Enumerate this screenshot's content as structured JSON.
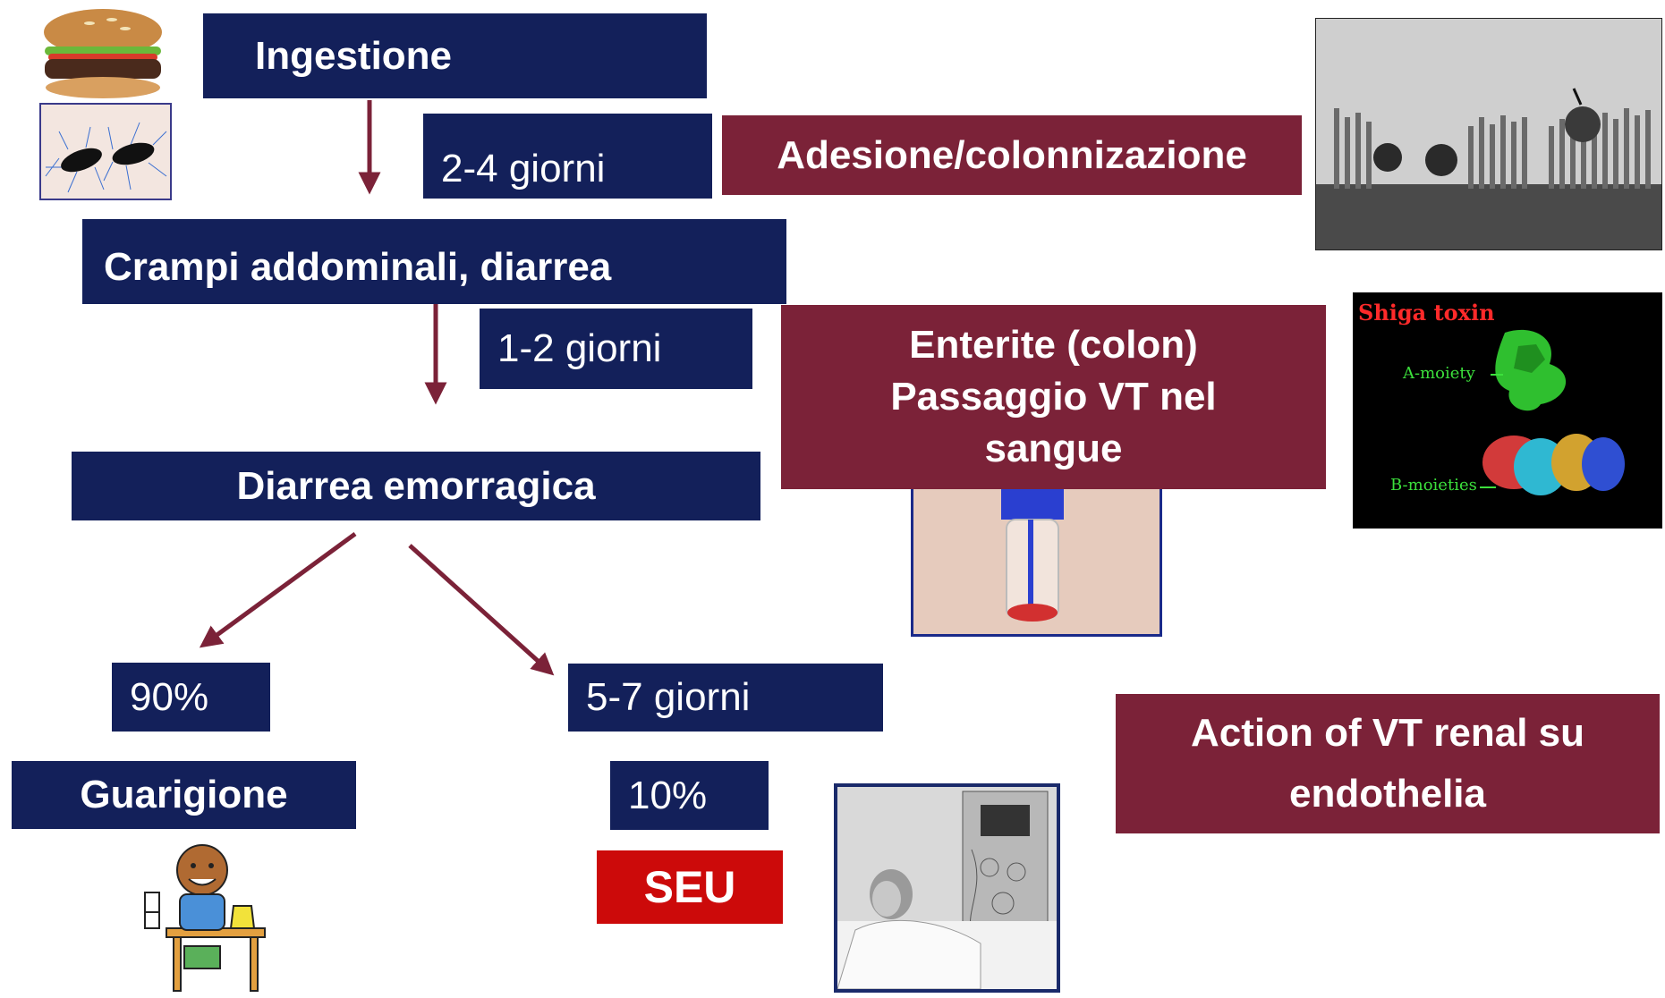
{
  "steps": {
    "ingestion": "Ingestione",
    "interval_1": "2-4 giorni",
    "symptoms_1": "Crampi addominali, diarrea",
    "interval_2": "1-2  giorni",
    "symptoms_2": "Diarrea emorragica",
    "recovery_percent": "90%",
    "recovery": "Guarigione",
    "interval_3": "5-7 giorni",
    "hus_percent": "10%",
    "hus": "SEU"
  },
  "mechanisms": {
    "adhesion": "Adesione/colonnizazione",
    "enteritis": [
      "Enterite (colon)",
      "Passaggio VT nel",
      "sangue"
    ],
    "renal": [
      "Action of  VT renal su",
      "endothelia"
    ]
  },
  "toxin_figure": {
    "title": "Shiga toxin",
    "label_a": "A-moiety",
    "label_b": "B-moieties"
  },
  "colors": {
    "navy": "#13205a",
    "maroon": "#7b2238",
    "red": "#cc0a0a",
    "arrow": "#7b2238"
  },
  "illustrations": [
    "hamburger-icon",
    "bacteria-icon",
    "electron-micrograph-image",
    "shiga-toxin-structure-image",
    "blood-sample-tube-image",
    "child-dialysis-photo",
    "happy-child-clipart"
  ]
}
